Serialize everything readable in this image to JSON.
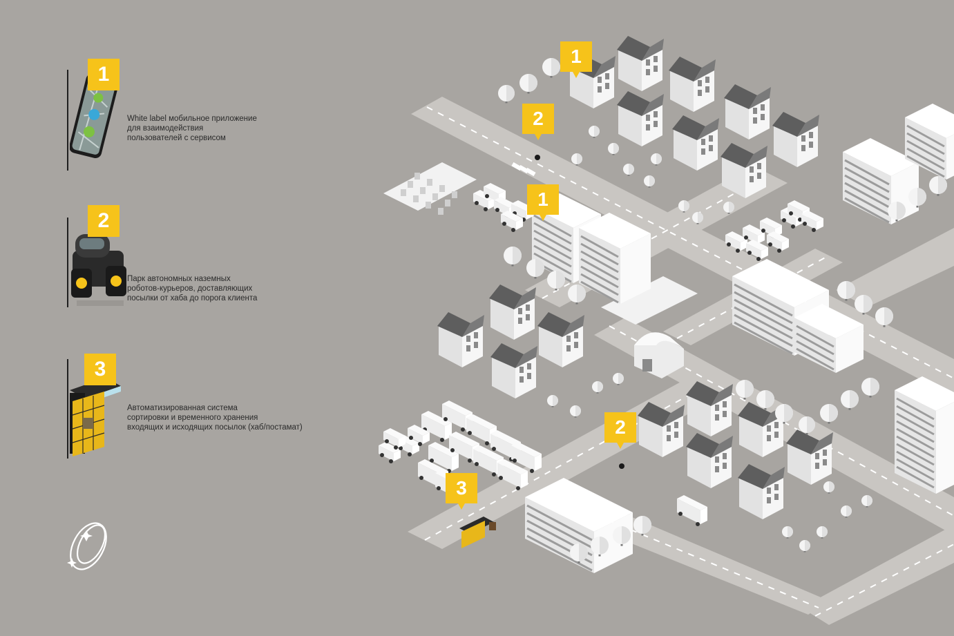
{
  "legend": [
    {
      "number": "1",
      "text": "White label мобильное приложение\nдля взаимодействия\nпользователей с сервисом",
      "icon": "smartphone-icon"
    },
    {
      "number": "2",
      "text": "Парк автономных наземных\nроботов-курьеров, доставляющих\nпосылки от хаба до порога клиента",
      "icon": "courier-robot-icon"
    },
    {
      "number": "3",
      "text": "Автоматизированная система\nсортировки и временного хранения\nвходящих и исходящих посылок (хаб/постамат)",
      "icon": "parcel-locker-icon"
    }
  ],
  "map_markers": [
    {
      "number": "1",
      "meaning": "app"
    },
    {
      "number": "2",
      "meaning": "robot"
    },
    {
      "number": "1",
      "meaning": "app"
    },
    {
      "number": "2",
      "meaning": "robot"
    },
    {
      "number": "3",
      "meaning": "hub"
    }
  ],
  "colors": {
    "background": "#a8a5a1",
    "accent": "#f6c31a",
    "road": "#c9c6c2",
    "building": "#f2f2f2",
    "roof": "#6e6e6e"
  },
  "logo": "brand-logo-icon"
}
